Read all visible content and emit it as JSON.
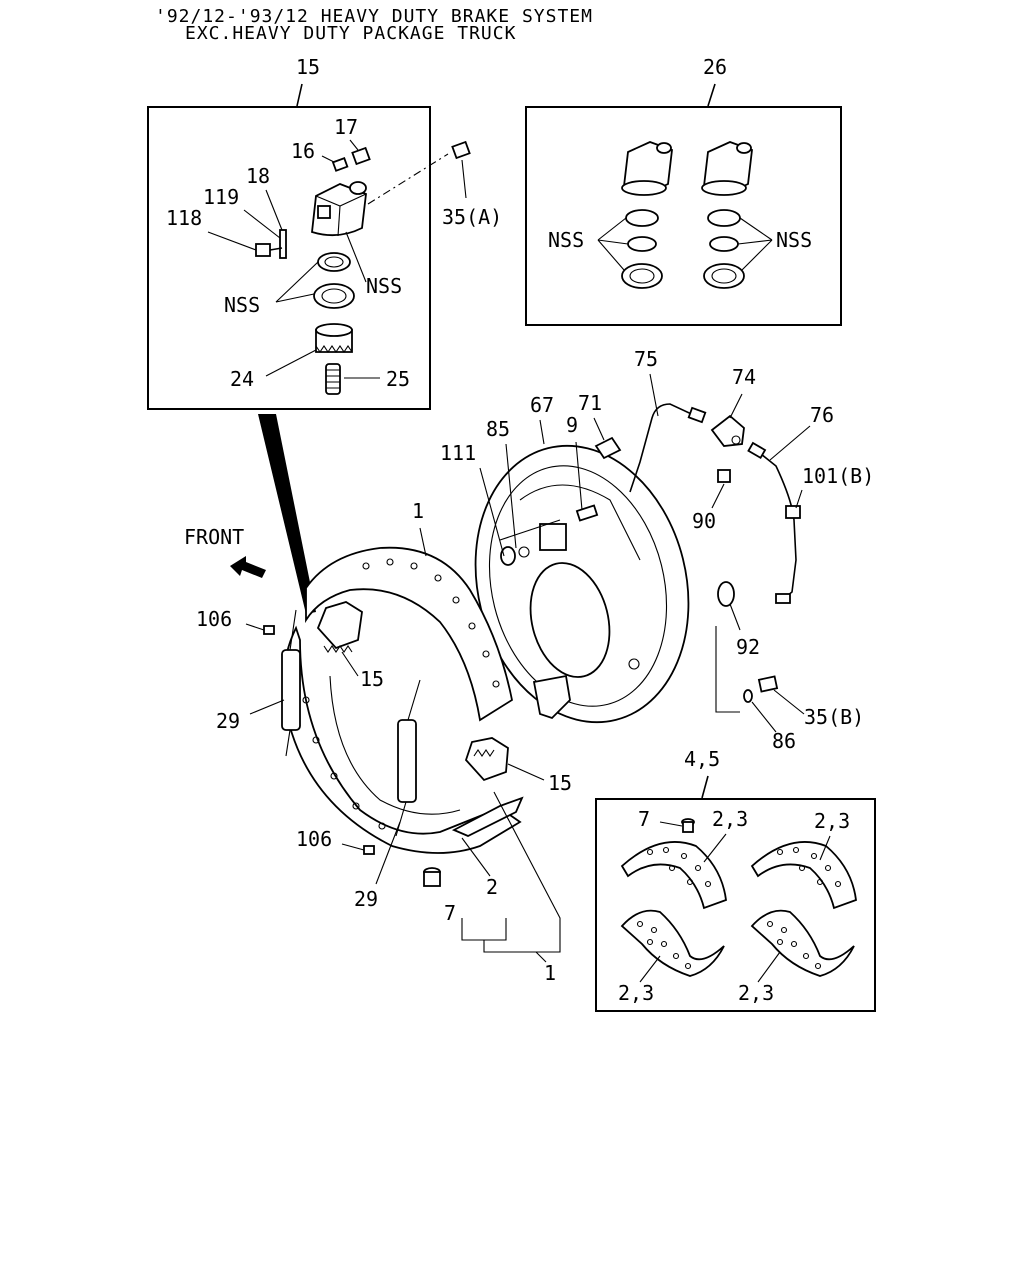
{
  "title": {
    "line1": "'92/12-'93/12 HEAVY DUTY BRAKE SYSTEM",
    "line2": "EXC.HEAVY DUTY PACKAGE TRUCK"
  },
  "front_label": "FRONT",
  "inset_15": {
    "number": "15",
    "labels": {
      "p17": "17",
      "p16": "16",
      "p18": "18",
      "p119": "119",
      "p118": "118",
      "nss_a": "NSS",
      "nss_b": "NSS",
      "p24": "24",
      "p25": "25"
    }
  },
  "label_35a": "35(A)",
  "inset_26": {
    "number": "26",
    "nss_left": "NSS",
    "nss_right": "NSS"
  },
  "main": {
    "p75": "75",
    "p74": "74",
    "p71": "71",
    "p67": "67",
    "p76": "76",
    "p85": "85",
    "p9": "9",
    "p111": "111",
    "p101b": "101(B)",
    "p1_top": "1",
    "p90": "90",
    "p106_top": "106",
    "p92": "92",
    "p15_mid": "15",
    "p29_top": "29",
    "p35b": "35(B)",
    "p86": "86",
    "p15_low": "15",
    "p106_low": "106",
    "p2": "2",
    "p29_low": "29",
    "p7": "7",
    "p1_bottom": "1"
  },
  "inset_45": {
    "number": "4,5",
    "p7": "7",
    "p23_a": "2,3",
    "p23_b": "2,3",
    "p23_c": "2,3",
    "p23_d": "2,3"
  }
}
